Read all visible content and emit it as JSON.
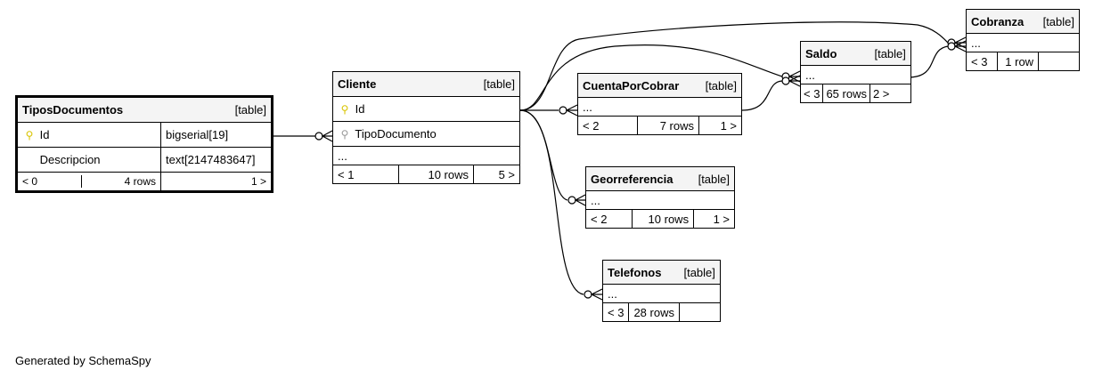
{
  "tables": {
    "tipos_documentos": {
      "name": "TiposDocumentos",
      "tag": "[table]",
      "columns": [
        {
          "name": "Id",
          "type": "bigserial[19]",
          "key": "pk"
        },
        {
          "name": "Descripcion",
          "type": "text[2147483647]",
          "key": ""
        }
      ],
      "footer": {
        "parents": "< 0",
        "rows": "4 rows",
        "children": "1 >"
      }
    },
    "cliente": {
      "name": "Cliente",
      "tag": "[table]",
      "columns": [
        {
          "name": "Id",
          "key": "pk"
        },
        {
          "name": "TipoDocumento",
          "key": "fk"
        }
      ],
      "ellipsis": "...",
      "footer": {
        "parents": "< 1",
        "rows": "10 rows",
        "children": "5 >"
      }
    },
    "cuenta_por_cobrar": {
      "name": "CuentaPorCobrar",
      "tag": "[table]",
      "ellipsis": "...",
      "footer": {
        "parents": "< 2",
        "rows": "7 rows",
        "children": "1 >"
      }
    },
    "saldo": {
      "name": "Saldo",
      "tag": "[table]",
      "ellipsis": "...",
      "footer": {
        "parents": "< 3",
        "rows": "65 rows",
        "children": "2 >"
      }
    },
    "cobranza": {
      "name": "Cobranza",
      "tag": "[table]",
      "ellipsis": "...",
      "footer": {
        "parents": "< 3",
        "rows": "1 row",
        "children": ""
      }
    },
    "georreferencia": {
      "name": "Georreferencia",
      "tag": "[table]",
      "ellipsis": "...",
      "footer": {
        "parents": "< 2",
        "rows": "10 rows",
        "children": "1 >"
      }
    },
    "telefonos": {
      "name": "Telefonos",
      "tag": "[table]",
      "ellipsis": "...",
      "footer": {
        "parents": "< 3",
        "rows": "28 rows",
        "children": ""
      }
    }
  },
  "icons": {
    "pk": "key-icon",
    "fk": "foreign-key-icon"
  },
  "colors": {
    "pk_key": "#d8c400",
    "fk_key": "#999999",
    "header_bg": "#f4f4f4"
  },
  "footer_text": "Generated by SchemaSpy"
}
